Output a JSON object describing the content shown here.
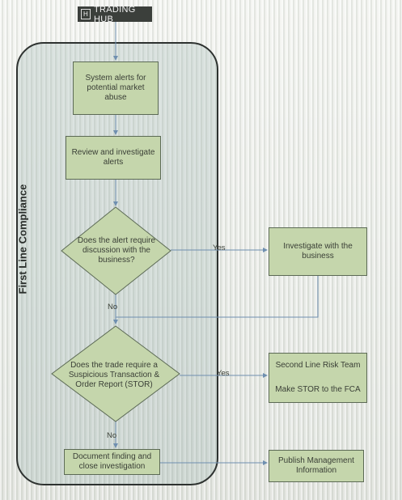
{
  "header": {
    "logo_glyph": "H",
    "title": "TRADING HUB"
  },
  "lane": {
    "label": "First Line Compliance"
  },
  "nodes": {
    "system_alerts": [
      "System alerts for",
      "potential market",
      "abuse"
    ],
    "review": [
      "Review and investigate",
      "alerts"
    ],
    "decision_discussion": [
      "Does the alert require",
      "discussion with the",
      "business?"
    ],
    "investigate_business": [
      "Investigate with the",
      "business"
    ],
    "decision_stor": [
      "Does the trade require a",
      "Suspicious Transaction &",
      "Order Report (STOR)"
    ],
    "second_line": {
      "title": "Second Line Risk Team",
      "body": "Make STOR to the FCA"
    },
    "document": [
      "Document finding and",
      "close investigation"
    ],
    "publish": [
      "Publish Management",
      "Information"
    ]
  },
  "edges": {
    "yes1": "Yes",
    "no1": "No",
    "yes2": "Yes",
    "no2": "No"
  },
  "colors": {
    "box_fill": "#c5d6ac",
    "box_border": "#5c6a55",
    "arrow": "#6f8fb0",
    "lane_border": "#2e3230"
  }
}
